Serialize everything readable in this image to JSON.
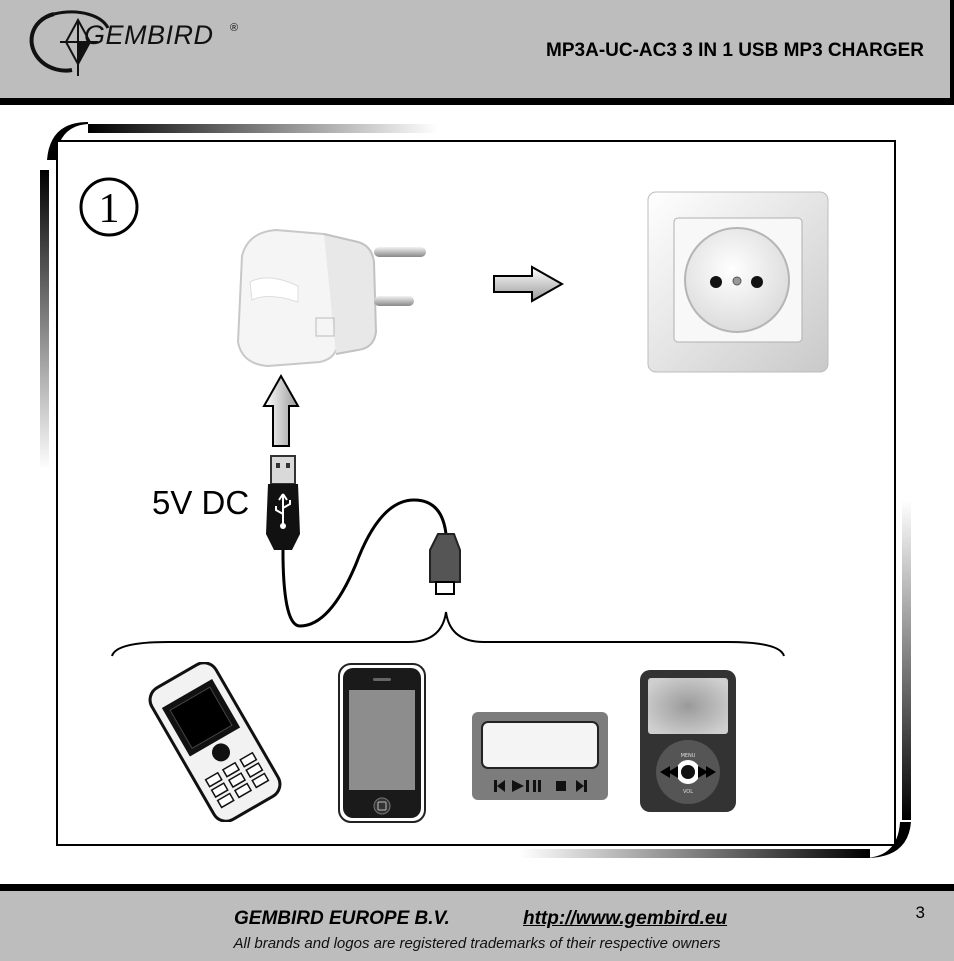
{
  "header": {
    "brand": "GEMBIRD",
    "registered_mark": "®",
    "model_title": "MP3A-UC-AC3 3 IN 1 USB MP3 CHARGER"
  },
  "step": {
    "number": "1"
  },
  "diagram": {
    "voltage_label": "5V DC",
    "devices": [
      "mobile-phone-icon",
      "smartphone-icon",
      "mp3-player-icon",
      "media-player-icon"
    ],
    "player_menu_label": "MENU",
    "player_vol_label": "VOL"
  },
  "footer": {
    "company": "GEMBIRD EUROPE B.V.",
    "website": "http://www.gembird.eu",
    "trademark_note": "All brands and logos are registered trademarks of their respective owners",
    "page_number": "3"
  },
  "colors": {
    "header_bg": "#bdbdbd",
    "frame": "#000000"
  }
}
